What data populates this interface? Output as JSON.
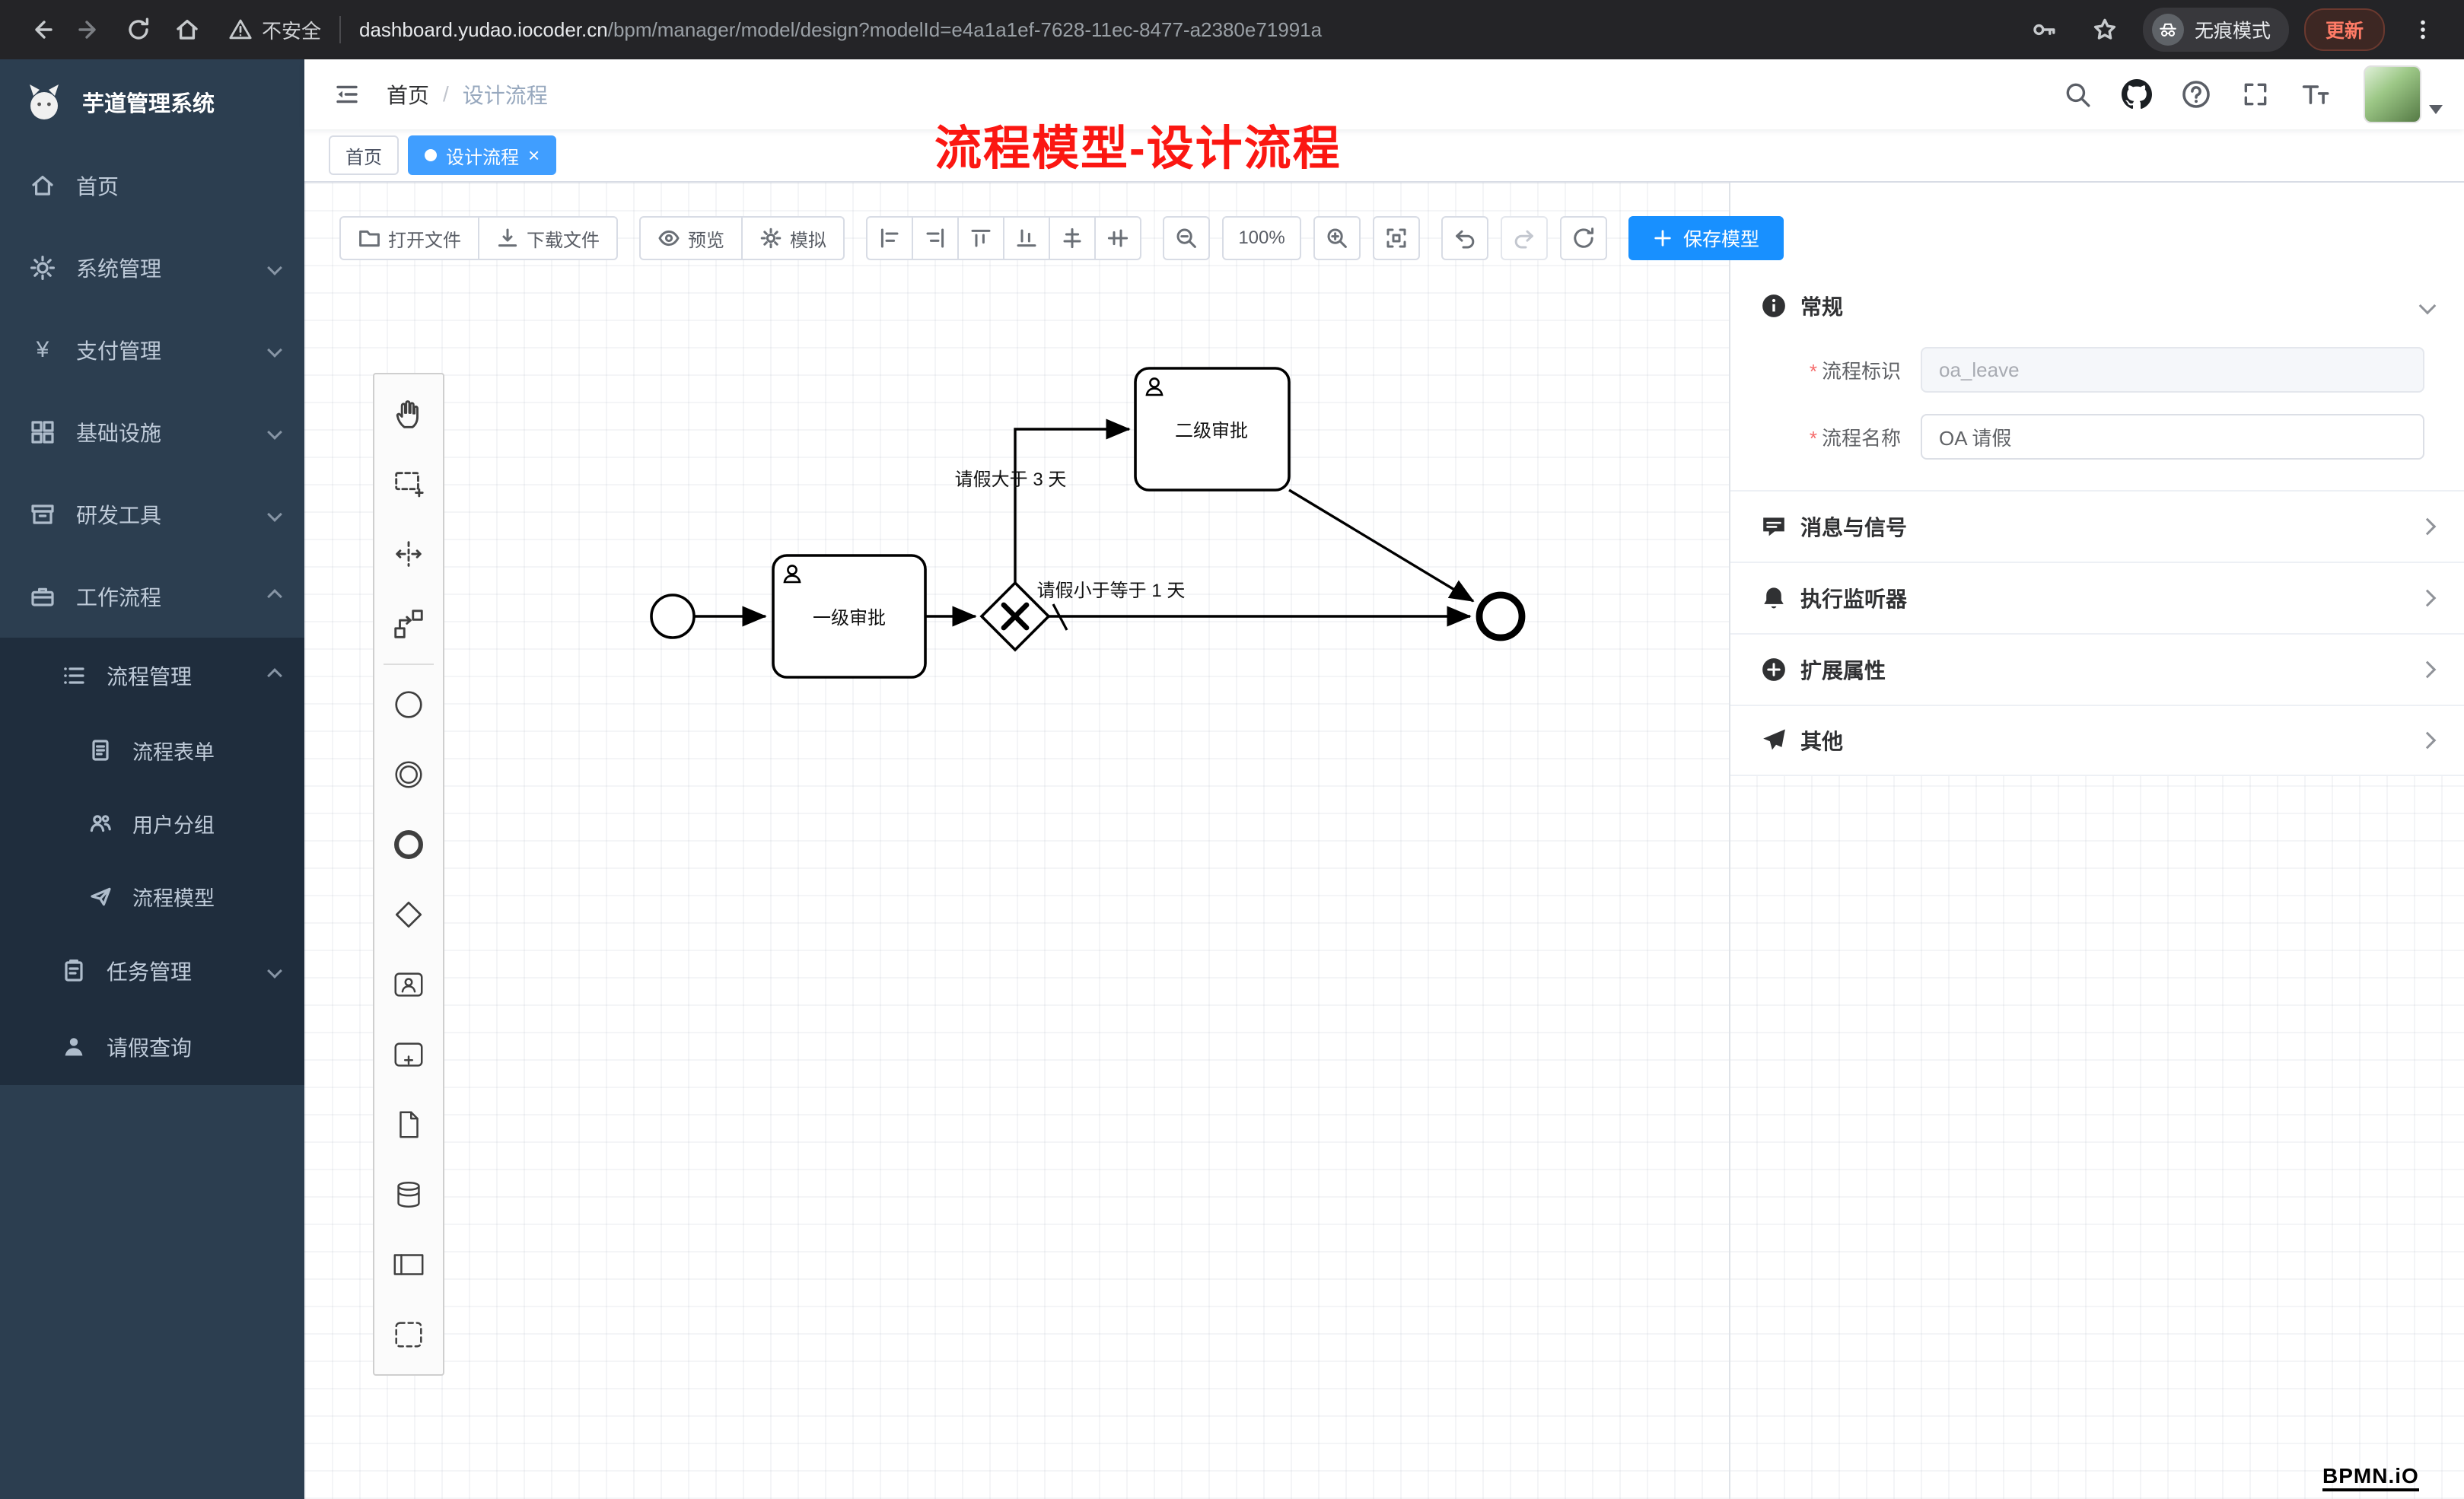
{
  "colors": {
    "accent": "#409eff",
    "save_button": "#1890ff",
    "annotation_red": "#fb1712",
    "sidebar_bg": "#2c3e50",
    "sidebar_submenu_bg": "#1f2d3d"
  },
  "browser": {
    "security_label": "不安全",
    "url_domain": "dashboard.yudao.iocoder.cn",
    "url_path": "/bpm/manager/model/design?modelId=e4a1a1ef-7628-11ec-8477-a2380e71991a",
    "incognito_label": "无痕模式",
    "update_label": "更新"
  },
  "sidebar": {
    "brand": "芋道管理系统",
    "items": [
      {
        "label": "首页",
        "icon": "home-icon"
      },
      {
        "label": "系统管理",
        "icon": "gear-icon"
      },
      {
        "label": "支付管理",
        "icon": "yen-icon"
      },
      {
        "label": "基础设施",
        "icon": "infra-icon"
      },
      {
        "label": "研发工具",
        "icon": "devtools-icon"
      },
      {
        "label": "工作流程",
        "icon": "workflow-icon"
      }
    ],
    "submenu": {
      "process_mgmt": {
        "label": "流程管理",
        "children": [
          {
            "label": "流程表单",
            "icon": "form-icon"
          },
          {
            "label": "用户分组",
            "icon": "users-icon"
          },
          {
            "label": "流程模型",
            "icon": "model-icon"
          }
        ]
      },
      "task_mgmt": {
        "label": "任务管理"
      },
      "leave_query": {
        "label": "请假查询"
      }
    }
  },
  "navbar": {
    "breadcrumb": {
      "home": "首页",
      "separator": "/",
      "current": "设计流程"
    },
    "annotation": "流程模型-设计流程"
  },
  "tabs": [
    {
      "label": "首页",
      "active": false
    },
    {
      "label": "设计流程",
      "active": true,
      "closable": true
    }
  ],
  "toolbar": {
    "open_file": "打开文件",
    "download_file": "下载文件",
    "preview": "预览",
    "simulate": "模拟",
    "zoom_level": "100%",
    "save_model": "保存模型"
  },
  "diagram": {
    "task1": "一级审批",
    "task2": "二级审批",
    "flow_gt3": "请假大于 3 天",
    "flow_le1": "请假小于等于 1 天"
  },
  "properties": {
    "general": {
      "title": "常规",
      "key_label": "流程标识",
      "key_value": "oa_leave",
      "name_label": "流程名称",
      "name_value": "OA 请假"
    },
    "sections": [
      {
        "title": "消息与信号",
        "icon": "message-icon"
      },
      {
        "title": "执行监听器",
        "icon": "bell-icon"
      },
      {
        "title": "扩展属性",
        "icon": "plus-circle-icon"
      },
      {
        "title": "其他",
        "icon": "send-icon"
      }
    ]
  },
  "watermark": "BPMN.iO"
}
